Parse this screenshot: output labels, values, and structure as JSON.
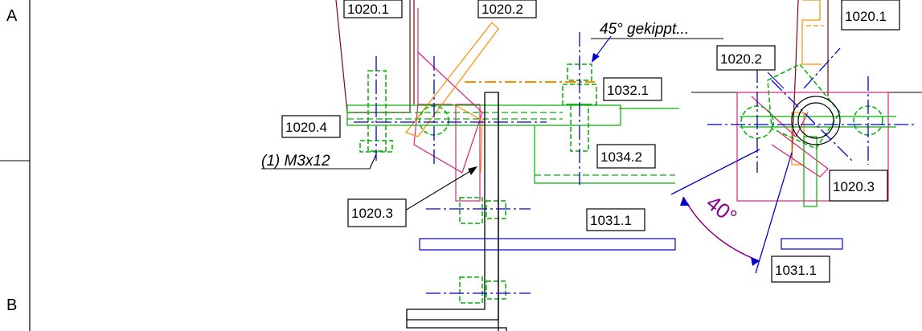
{
  "frame": {
    "zone_a": "A",
    "zone_b": "B"
  },
  "callouts": {
    "left_1020_1": "1020.1",
    "left_1020_2": "1020.2",
    "left_1020_4": "1020.4",
    "left_1020_3": "1020.3",
    "left_1032_1": "1032.1",
    "left_1034_2": "1034.2",
    "left_1031_1": "1031.1",
    "right_1020_1": "1020.1",
    "right_1020_2": "1020.2",
    "right_1020_3": "1020.3",
    "right_1031_1": "1031.1"
  },
  "notes": {
    "tilt": "45° gekippt...",
    "screw": "(1) M3x12",
    "angle": "40°"
  },
  "colors": {
    "outline": "#000000",
    "centerline": "#0000cd",
    "hidden": "#00b000",
    "part_red": "#e0207a",
    "part_orange": "#ff8c00",
    "brown": "#7a0a0a",
    "dimension": "#8b008b"
  }
}
